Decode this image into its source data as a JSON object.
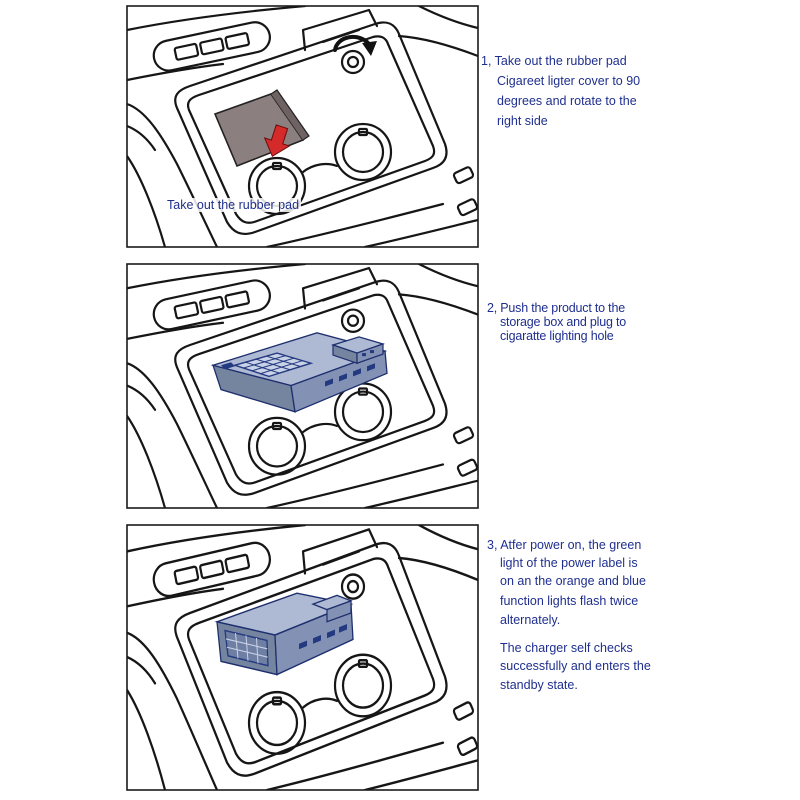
{
  "steps": [
    {
      "lines": [
        "1, Take out the rubber pad",
        "Cigareet ligter cover to 90",
        "degrees and rotate to the",
        "right side"
      ],
      "callout": "Take out the rubber pad"
    },
    {
      "lines": [
        "2, Push the product to the",
        "storage box and plug to",
        "cigaratte lighting hole"
      ]
    },
    {
      "lines": [
        "3, Atfer power on, the green",
        "light of the power label is",
        "on an the orange and blue",
        "function lights flash twice",
        "alternately."
      ],
      "note": [
        "The charger self checks",
        "successfully and enters the",
        "standby state."
      ]
    }
  ],
  "icons": {
    "step1_pad_arrow": "red-down-arrow-icon",
    "step1_lighter_arrow": "rotate-arrow-icon"
  },
  "colors": {
    "instruction_text": "#1f2f8e",
    "line_art": "#161616",
    "rubber_pad": "#8c7f7f",
    "pad_arrow": "#d42a2a",
    "charger_top": "#aeb9d4",
    "charger_side": "#8392b4",
    "charger_detail": "#243a80"
  }
}
